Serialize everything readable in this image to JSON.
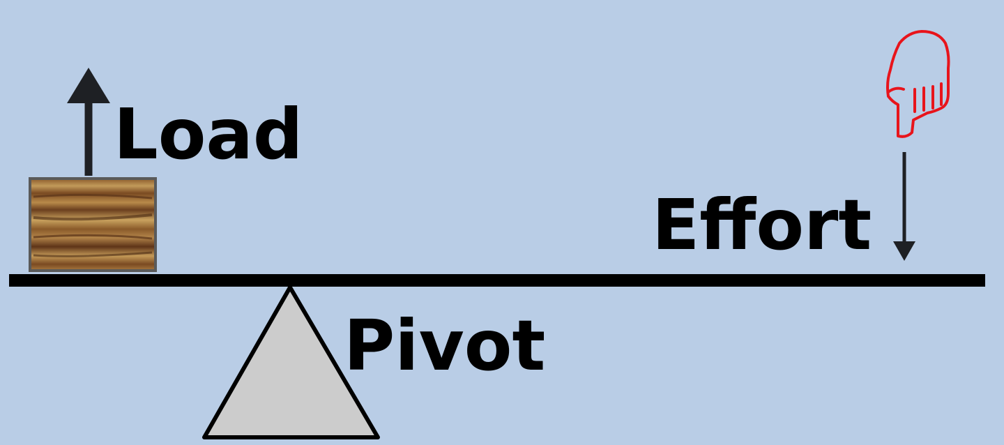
{
  "diagram": {
    "labels": {
      "load": "Load",
      "effort": "Effort",
      "pivot": "Pivot"
    },
    "icons": {
      "effort_hand": "pointing-hand-down-icon"
    },
    "colors": {
      "background": "#b9cde6",
      "beam": "#000000",
      "fulcrum_fill": "#cccccc",
      "hand_outline": "#e8141b",
      "arrow": "#1e2024",
      "wood_light": "#b38a4e",
      "wood_dark": "#6b3f1e"
    }
  }
}
